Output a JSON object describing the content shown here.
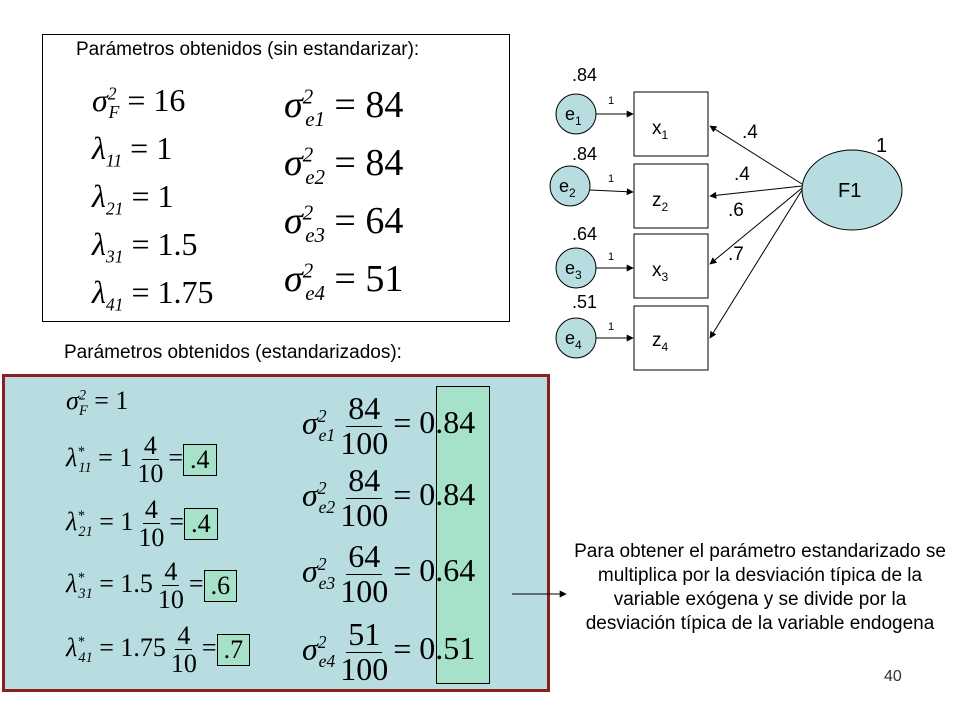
{
  "unstd": {
    "title": "Parámetros obtenidos (sin estandarizar):",
    "sigmaF": {
      "sym": "σ",
      "sub": "F",
      "sup": "2",
      "value": "16"
    },
    "lambdas": [
      {
        "sub": "11",
        "value": "1"
      },
      {
        "sub": "21",
        "value": "1"
      },
      {
        "sub": "31",
        "value": "1.5"
      },
      {
        "sub": "41",
        "value": "1.75"
      }
    ],
    "errors": [
      {
        "sub": "e1",
        "value": "84"
      },
      {
        "sub": "e2",
        "value": "84"
      },
      {
        "sub": "e3",
        "value": "64"
      },
      {
        "sub": "e4",
        "value": "51"
      }
    ]
  },
  "std": {
    "title": "Parámetros obtenidos (estandarizados):",
    "sigmaF": {
      "sub": "F",
      "sup": "2",
      "value": "1"
    },
    "lambdas": [
      {
        "sub": "11",
        "coef": "1",
        "num": "4",
        "den": "10",
        "result": ".4"
      },
      {
        "sub": "21",
        "coef": "1",
        "num": "4",
        "den": "10",
        "result": ".4"
      },
      {
        "sub": "31",
        "coef": "1.5",
        "num": "4",
        "den": "10",
        "result": ".6"
      },
      {
        "sub": "41",
        "coef": "1.75",
        "num": "4",
        "den": "10",
        "result": ".7"
      }
    ],
    "errors": [
      {
        "sub": "e1",
        "num": "84",
        "den": "100",
        "result": "0.84"
      },
      {
        "sub": "e2",
        "num": "84",
        "den": "100",
        "result": "0.84"
      },
      {
        "sub": "e3",
        "num": "64",
        "den": "100",
        "result": "0.64"
      },
      {
        "sub": "e4",
        "num": "51",
        "den": "100",
        "result": "0.51"
      }
    ]
  },
  "diagram": {
    "factor": {
      "label": "F1",
      "variance": "1"
    },
    "indicators": [
      {
        "name": "x",
        "idx": "1",
        "error": "e",
        "eidx": "1",
        "errVar": ".84",
        "path": "1",
        "loading": ".4"
      },
      {
        "name": "z",
        "idx": "2",
        "error": "e",
        "eidx": "2",
        "errVar": ".84",
        "path": "1",
        "loading": ".4"
      },
      {
        "name": "x",
        "idx": "3",
        "error": "e",
        "eidx": "3",
        "errVar": ".64",
        "path": "1",
        "loading": ".6"
      },
      {
        "name": "z",
        "idx": "4",
        "error": "e",
        "eidx": "4",
        "errVar": ".51",
        "path": "1",
        "loading": ".7"
      }
    ]
  },
  "description": "Para obtener el parámetro estandarizado se multiplica por la desviación típica de la variable exógena y se divide por la desviación típica de la variable endogena",
  "page_number": "40",
  "colors": {
    "panel_bg": "#b8dde1",
    "panel_border": "#8b1e1e",
    "highlight": "#a6e2c9",
    "node_fill": "#b8dde1"
  }
}
